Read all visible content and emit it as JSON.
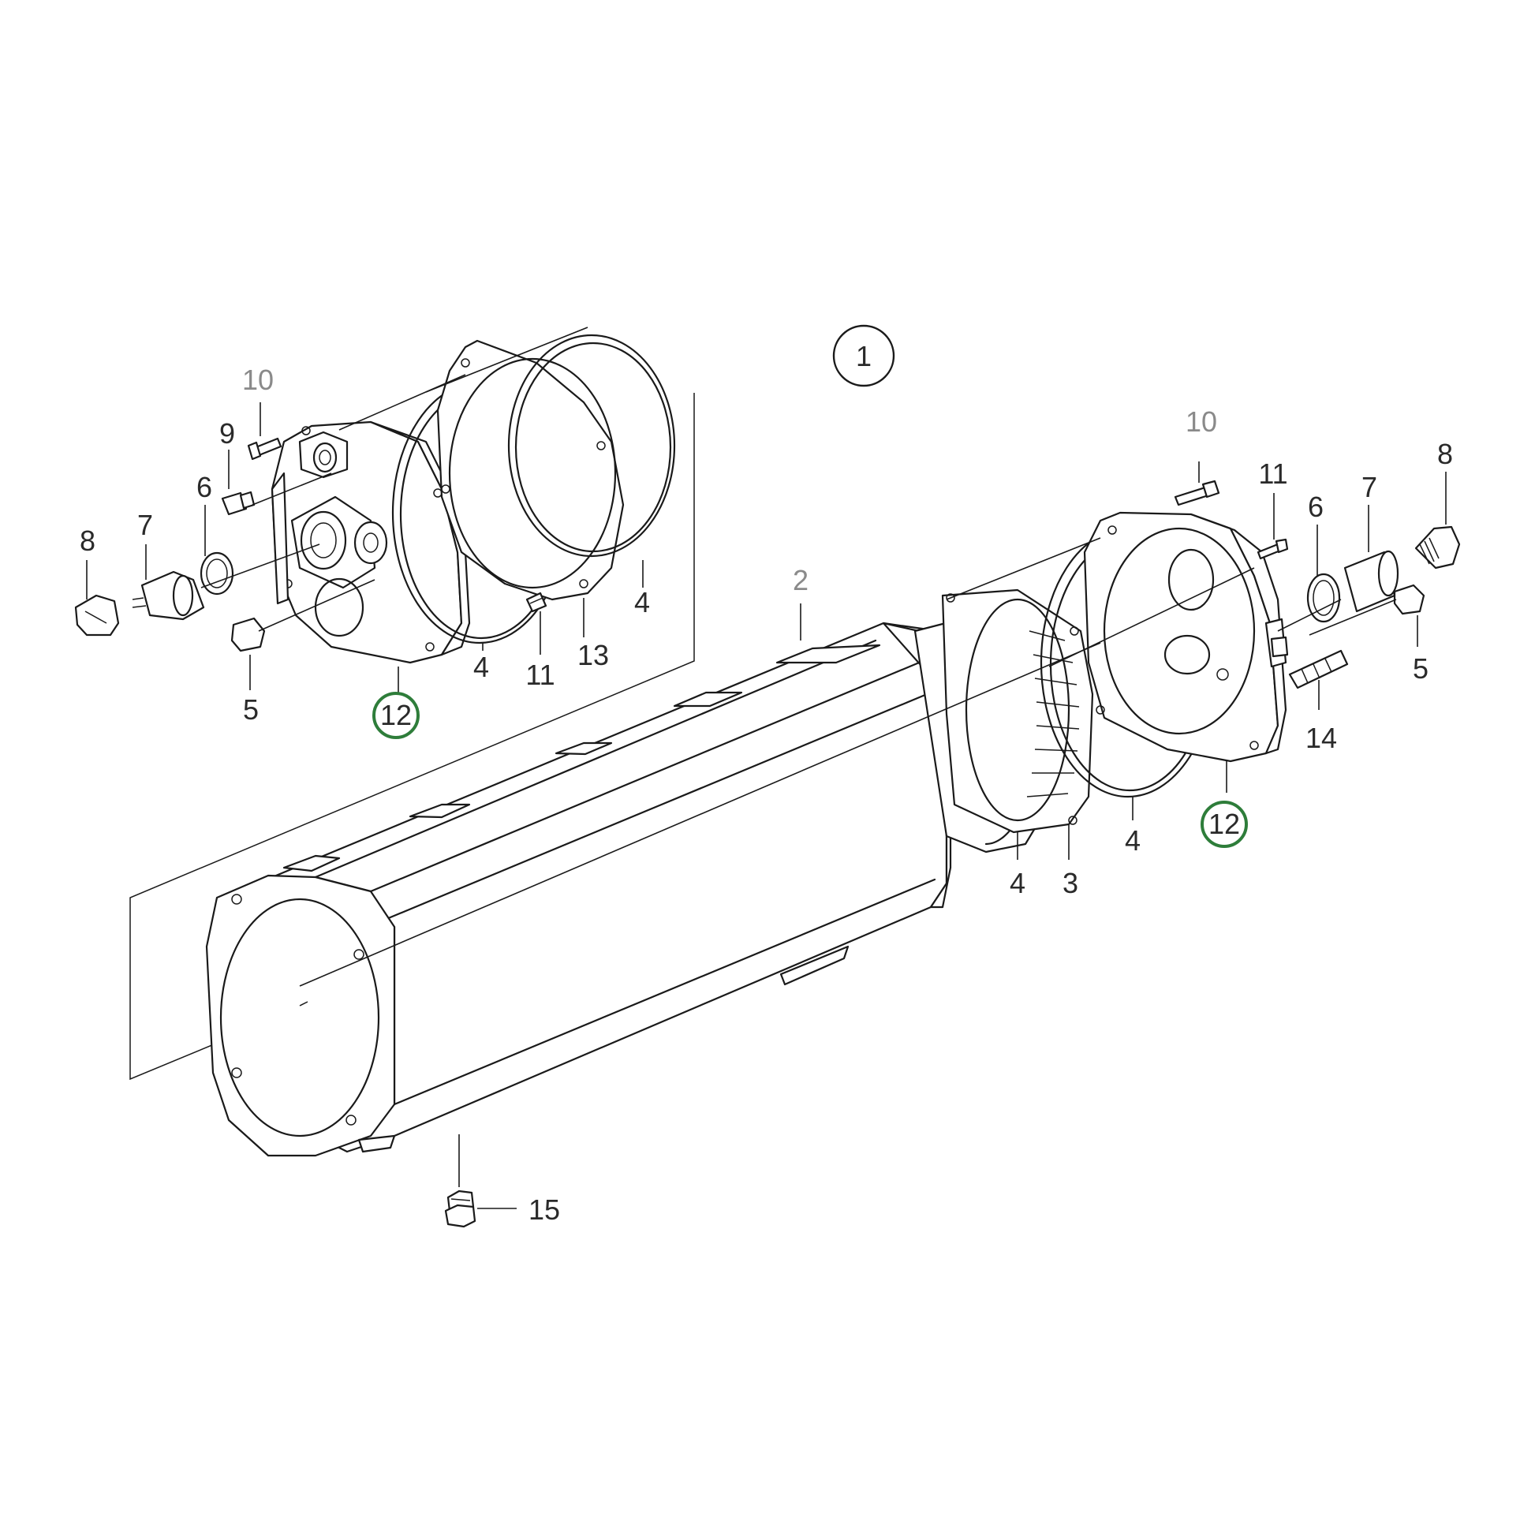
{
  "assembly_label": "1",
  "callouts": {
    "left_10": "10",
    "left_9": "9",
    "left_8": "8",
    "left_7": "7",
    "left_6": "6",
    "left_5": "5",
    "left_12": "12",
    "left_4a": "4",
    "left_11": "11",
    "left_13": "13",
    "left_4b": "4",
    "center_2": "2",
    "right_10": "10",
    "right_11": "11",
    "right_6": "6",
    "right_7": "7",
    "right_8": "8",
    "right_5": "5",
    "right_14": "14",
    "right_12": "12",
    "right_4a": "4",
    "right_4b": "4",
    "right_3": "3",
    "bottom_15": "15"
  },
  "highlight_color": "#2e7d3a"
}
